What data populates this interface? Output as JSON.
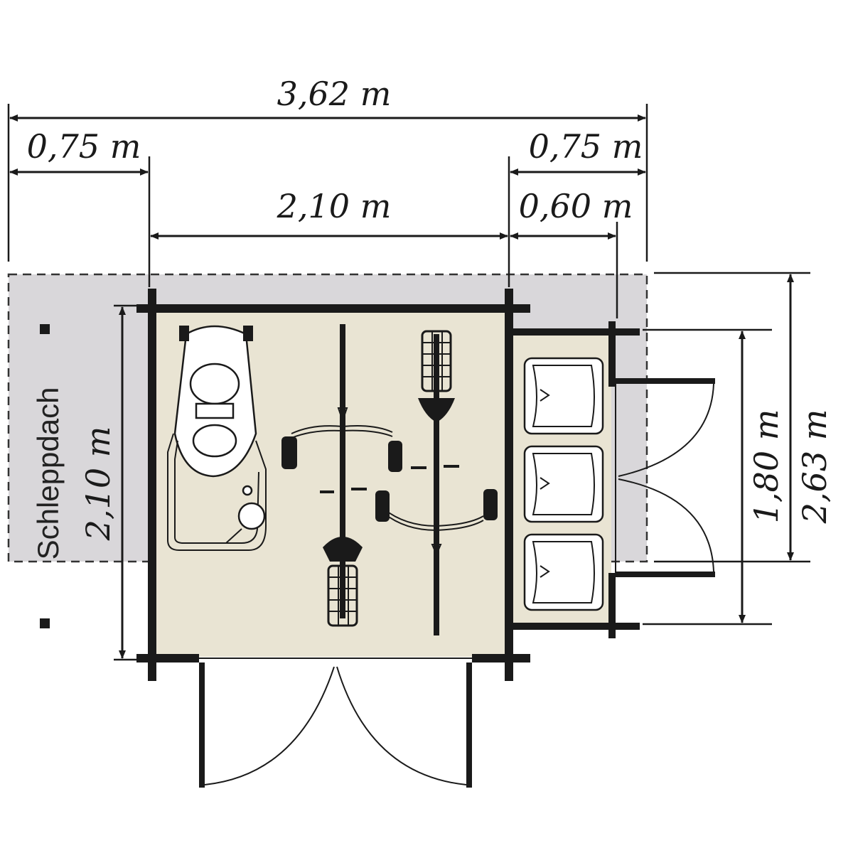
{
  "diagram": {
    "dimensions": {
      "total_width": "3,62 m",
      "left_overhang": "0,75 m",
      "right_overhang": "0,75 m",
      "inner_width": "2,10 m",
      "storage_depth": "0,60 m",
      "inner_depth": "2,10 m",
      "storage_length": "1,80 m",
      "total_depth": "2,63 m"
    },
    "roof_label": "Schleppdach",
    "colors": {
      "roof": "#d9d7da",
      "floor": "#e9e4d3",
      "walls": "#1a1a1a"
    }
  }
}
